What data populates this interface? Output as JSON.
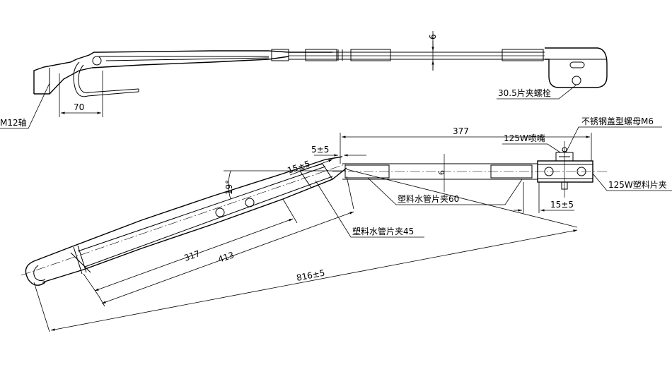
{
  "labels": {
    "m12_shaft": "M12轴",
    "dim_70": "70",
    "dim_6": "6",
    "bolt_30_5": "30.5片夹螺栓",
    "dim_377": "377",
    "nut_m6": "不锈钢盖型螺母M6",
    "nozzle_125w": "125W喷嘴",
    "dim_5pm5": "5±5",
    "dim_15pm5_a": "15±5",
    "dim_19deg": "19°",
    "dim_6_b": "6",
    "clip_125w": "125W塑料片夹",
    "clip_60": "塑料水管片夹60",
    "dim_15pm5_b": "15±5",
    "clip_45": "塑料水管片夹45",
    "dim_317": "317",
    "dim_413": "413",
    "dim_816": "816±5"
  }
}
